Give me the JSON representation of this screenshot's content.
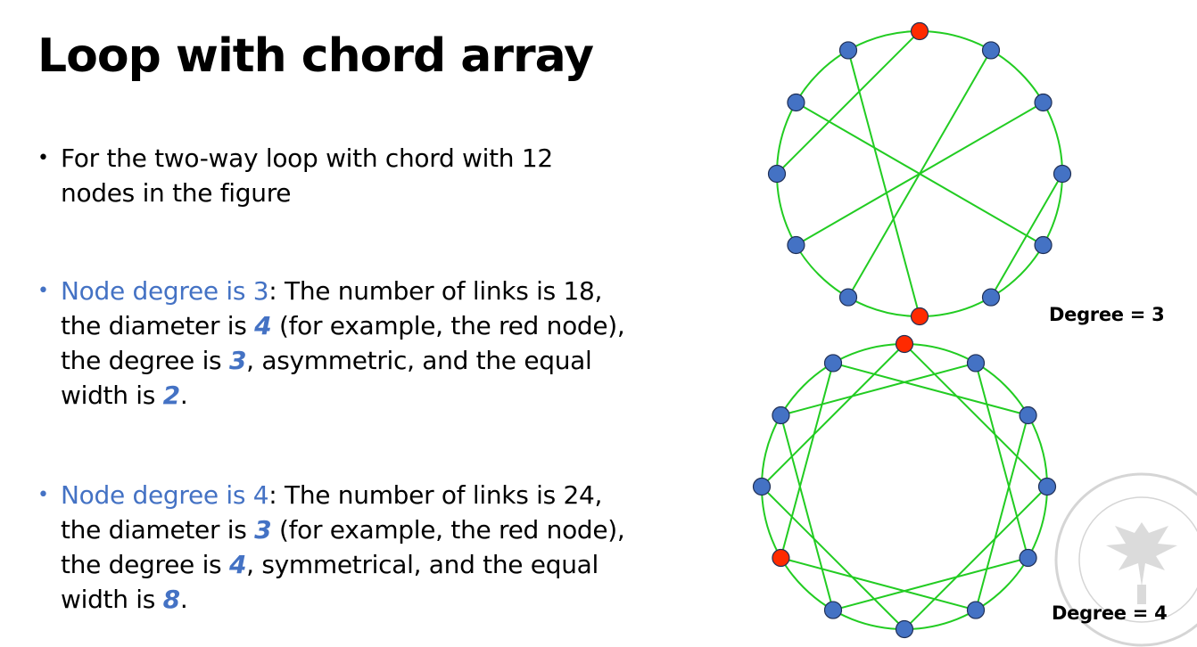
{
  "title": "Loop with chord array",
  "bullets": [
    {
      "text_1": "For the two-way loop with chord with 12",
      "text_2": "nodes in the figure"
    },
    {
      "highlight": "Node degree is 3",
      "t1": ": The number of links is 18,",
      "t2": "the diameter is ",
      "v1": "4",
      "t3": " (for example, the red node),",
      "t4": "the degree is ",
      "v2": "3",
      "t5": ", asymmetric, and the equal",
      "t6": "width is ",
      "v3": "2",
      "t7": "."
    },
    {
      "highlight": "Node degree is 4",
      "t1": ": The number of links is 24,",
      "t2": "the diameter is ",
      "v1": "3",
      "t3": " (for example, the red node),",
      "t4": "the degree is ",
      "v2": "4",
      "t5": ", symmetrical, and the equal",
      "t6": "width is ",
      "v3": "8",
      "t7": "."
    }
  ],
  "diagrams": {
    "degree3": {
      "label": "Degree = 3",
      "node_count": 12,
      "red_nodes": [
        0,
        6
      ],
      "chords": [
        [
          0,
          9
        ],
        [
          1,
          7
        ],
        [
          2,
          8
        ],
        [
          3,
          5
        ],
        [
          4,
          10
        ],
        [
          6,
          11
        ]
      ]
    },
    "degree4": {
      "label": "Degree = 4",
      "node_count": 12,
      "red_nodes": [
        0,
        8
      ],
      "chord_step": 3
    }
  },
  "colors": {
    "node_blue": "#4472c4",
    "node_red": "#ff2a00",
    "edge_green": "#22cc22",
    "highlight_blue": "#4472c4"
  },
  "seal_icon": "zhejiang-university-seal-watermark"
}
